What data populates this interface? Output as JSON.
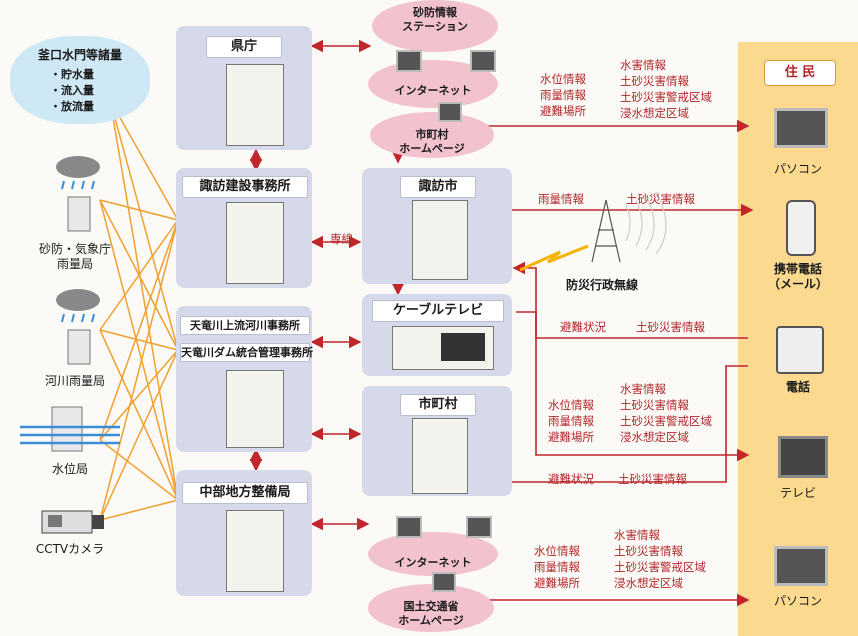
{
  "dam_cloud": {
    "title": "釜口水門等諸量",
    "items": [
      "・貯水量",
      "・流入量",
      "・放流量"
    ]
  },
  "left_sensors": {
    "rain1": "砂防・気象庁\n雨量局",
    "rain2": "河川雨量局",
    "water": "水位局",
    "cctv": "CCTVカメラ"
  },
  "offices": {
    "prefecture": "県庁",
    "suwa_construction": "諏訪建設事務所",
    "tenryu_upper": "天竜川上流河川事務所",
    "tenryu_dam": "天竜川ダム統合管理事務所",
    "chubu": "中部地方整備局"
  },
  "center": {
    "sabo_station": "砂防情報\nステーション",
    "internet1": "インターネット",
    "municipal_hp": "市町村\nホームページ",
    "suwa_city": "諏訪市",
    "cable_tv": "ケーブルテレビ",
    "municipality": "市町村",
    "internet2": "インターネット",
    "mlit_hp": "国土交通省\nホームページ",
    "dedicated_line": "専線",
    "disaster_radio": "防災行政無線"
  },
  "flows": {
    "flow1_left": [
      "水位情報",
      "雨量情報",
      "避難場所"
    ],
    "flow1_right": [
      "水害情報",
      "土砂災害情報",
      "土砂災害警戒区域",
      "浸水想定区域"
    ],
    "flow2": [
      "雨量情報",
      "土砂災害情報"
    ],
    "flow3": [
      "避難状況",
      "土砂災害情報"
    ],
    "flow4_left": [
      "水位情報",
      "雨量情報",
      "避難場所"
    ],
    "flow4_right": [
      "水害情報",
      "土砂災害情報",
      "土砂災害警戒区域",
      "浸水想定区域"
    ],
    "flow5": [
      "避難状況",
      "土砂災害情報"
    ],
    "flow6_left": [
      "水位情報",
      "雨量情報",
      "避難場所"
    ],
    "flow6_right": [
      "水害情報",
      "土砂災害情報",
      "土砂災害警戒区域",
      "浸水想定区域"
    ]
  },
  "residents": {
    "title": "住 民",
    "pc1": "パソコン",
    "mobile": "携帯電話\n（メール）",
    "phone": "電話",
    "tv": "テレビ",
    "pc2": "パソコン"
  },
  "colors": {
    "panel": "#d6d9ea",
    "cloud": "#f2c2cf",
    "resident_bar": "#fbd98f",
    "arrow": "#c0262b",
    "sensor_line": "#f0a030"
  }
}
